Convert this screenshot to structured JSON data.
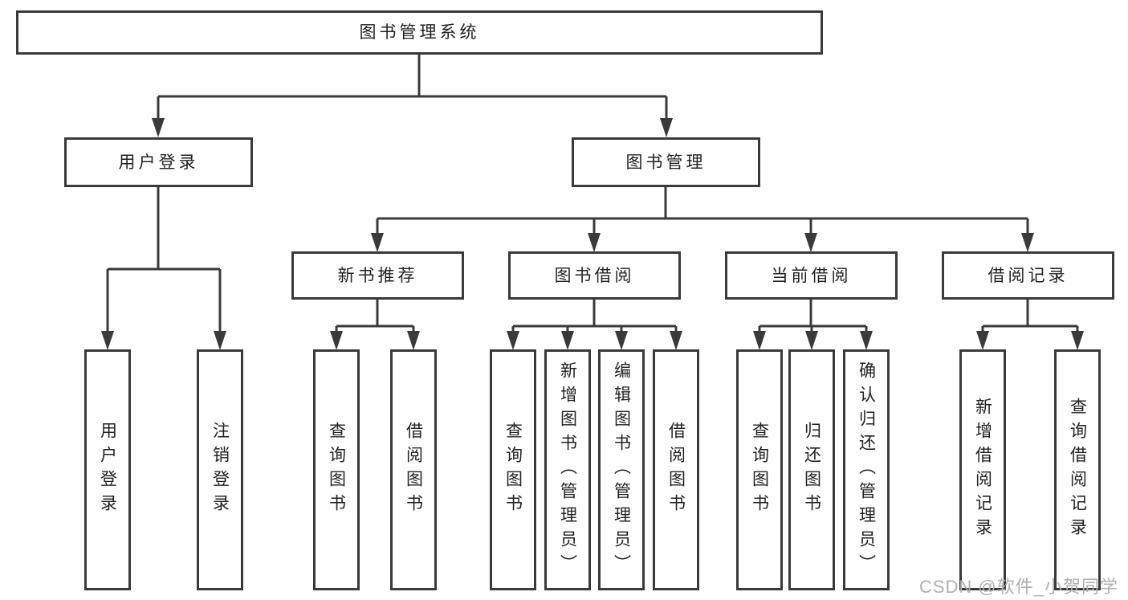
{
  "tree": {
    "root": {
      "label": "图书管理系统"
    },
    "level2": [
      {
        "label": "用户登录"
      },
      {
        "label": "图书管理"
      }
    ],
    "level3": [
      {
        "label": "新书推荐"
      },
      {
        "label": "图书借阅"
      },
      {
        "label": "当前借阅"
      },
      {
        "label": "借阅记录"
      }
    ],
    "leaves": {
      "login": [
        {
          "label": "用户登录"
        },
        {
          "label": "注销登录"
        }
      ],
      "recommend": [
        {
          "label": "查询图书"
        },
        {
          "label": "借阅图书"
        }
      ],
      "borrow": [
        {
          "label": "查询图书"
        },
        {
          "label": "新增图书（管理员）"
        },
        {
          "label": "编辑图书（管理员）"
        },
        {
          "label": "借阅图书"
        }
      ],
      "current": [
        {
          "label": "查询图书"
        },
        {
          "label": "归还图书"
        },
        {
          "label": "确认归还（管理员）"
        }
      ],
      "records": [
        {
          "label": "新增借阅记录"
        },
        {
          "label": "查询借阅记录"
        }
      ]
    }
  },
  "watermark": {
    "text": "CSDN @软件_小贺同学"
  },
  "colors": {
    "line": "#3a3a3a",
    "text": "#222222",
    "background": "#ffffff",
    "watermark": "#b0b0b0"
  }
}
